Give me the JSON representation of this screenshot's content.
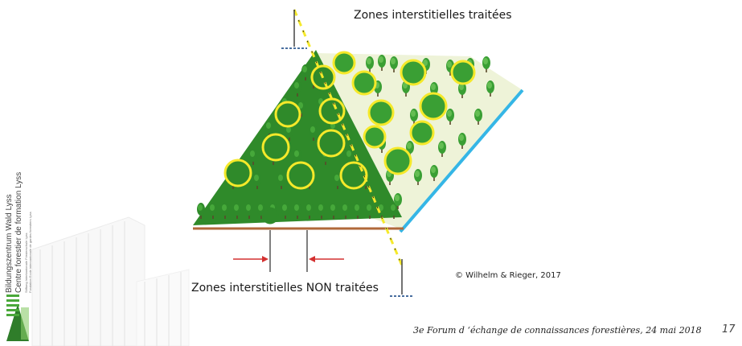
{
  "diagram": {
    "label_top": "Zones interstitielles traitées",
    "label_bottom": "Zones interstitielles NON traitées",
    "credit": "© Wilhelm & Rieger, 2017"
  },
  "footer": {
    "text": "3e Forum d ‘échange de connaissances forestières, 24 mai 2018",
    "page_number": "17"
  },
  "branding": {
    "org_name_de": "Bildungszentrum Wald Lyss",
    "org_name_fr": "Centre forestier de formation Lyss",
    "small_line_1": "Stiftung Interkantonale Försterschule Lyss",
    "small_line_2": "Fondation Ecole intercantonale de gardes forestiers Lyss"
  },
  "colors": {
    "forest_dark": "#2f8a2a",
    "forest_light": "#3fa83a",
    "highlight_yellow": "#f5e92a",
    "edge_blue": "#35b6e6",
    "ground_brown": "#b0693a",
    "logo_green": "#4aa83a"
  }
}
